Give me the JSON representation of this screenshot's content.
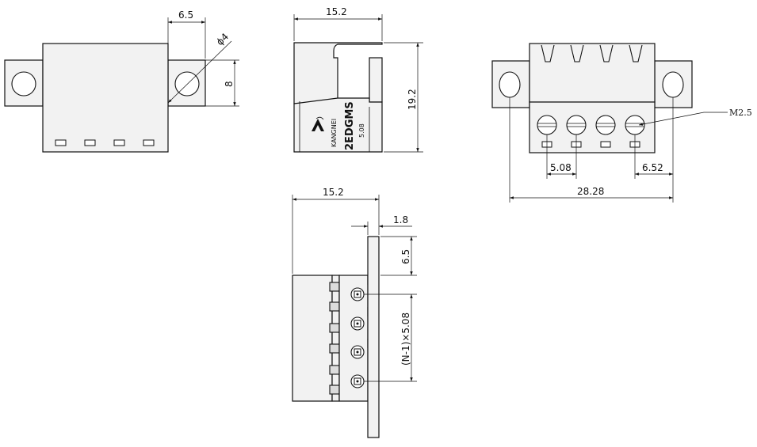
{
  "views": {
    "top": {
      "dim_width": "6.5",
      "dim_hole": "ϕ4",
      "dim_height": "8"
    },
    "side": {
      "dim_width": "15.2",
      "dim_height": "19.2",
      "label_brand": "KANGNEI",
      "label_model": "2EDGMS",
      "label_pitch": "5.08"
    },
    "front": {
      "dim_pitch": "5.08",
      "dim_edge": "6.52",
      "dim_overall": "28.28",
      "callout_screw": "M2.5"
    },
    "bottom": {
      "dim_width": "15.2",
      "dim_flange": "1.8",
      "dim_offset": "6.5",
      "dim_pitch_formula": "(N-1)×5.08"
    }
  }
}
